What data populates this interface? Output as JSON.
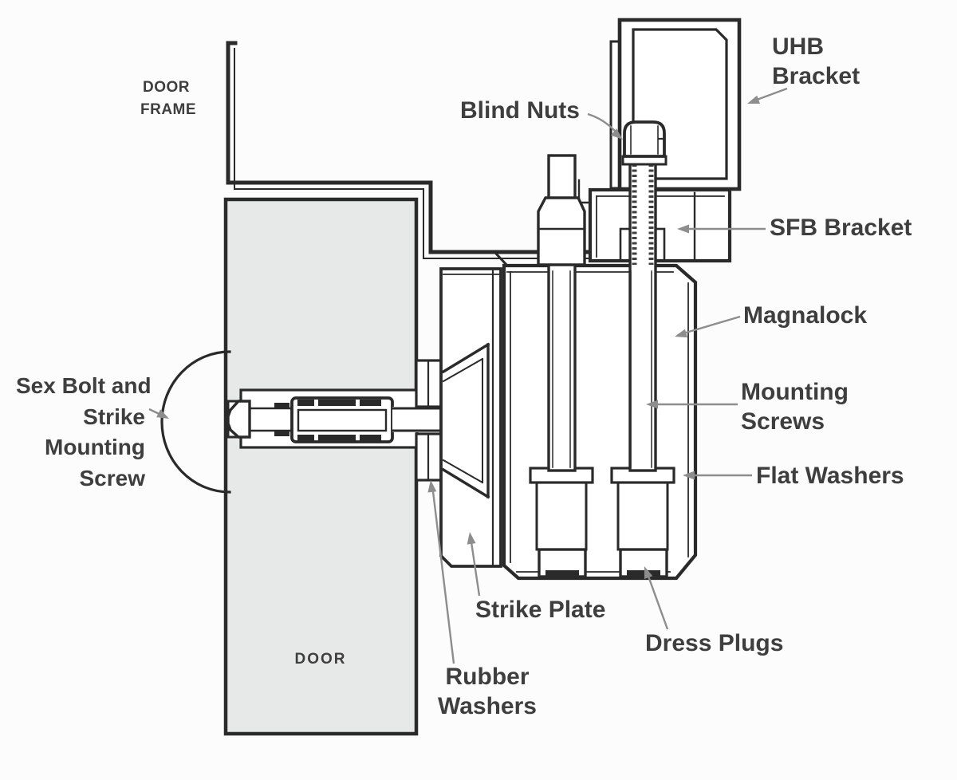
{
  "labels": {
    "door_frame": [
      "DOOR",
      "FRAME"
    ],
    "blind_nuts": "Blind Nuts",
    "uhb_bracket": [
      "UHB",
      "Bracket"
    ],
    "sfb_bracket": "SFB Bracket",
    "magnalock": "Magnalock",
    "mounting_screws": [
      "Mounting",
      "Screws"
    ],
    "flat_washers": "Flat Washers",
    "sex_bolt": [
      "Sex Bolt and",
      "Strike",
      "Mounting",
      "Screw"
    ],
    "strike_plate": "Strike Plate",
    "dress_plugs": "Dress Plugs",
    "rubber_washers": [
      "Rubber",
      "Washers"
    ],
    "door": "DOOR"
  },
  "colors": {
    "ink": "#2a2a2a",
    "leader": "#8d8d8d",
    "text": "#3e3e3e",
    "door_fill": "#e7e9e9",
    "bg": "#fcfcfc"
  }
}
